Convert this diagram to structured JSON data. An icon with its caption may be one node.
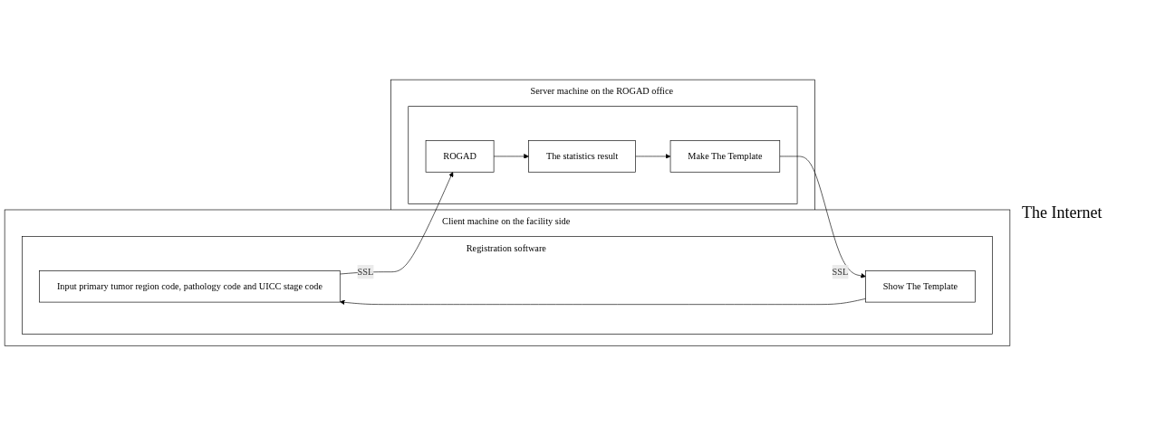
{
  "diagram": {
    "nodes": [
      {
        "text": [
          "Client machine on the facility side"
        ]
      },
      {
        "text": [
          "Registration software"
        ],
        "in": 0
      },
      {
        "text": [
          "Input primary tumor region code, pathology code and UICC stage code"
        ],
        "in": 1
      },
      {
        "text": [
          "Show The Template"
        ],
        "in": 1
      },
      {
        "text": [
          "Server machine on the ROGAD office"
        ]
      },
      {
        "text": [],
        "shape": "box",
        "in": 4
      },
      {
        "text": [
          "ROGAD"
        ],
        "in": 5
      },
      {
        "text": [
          "The statistics result"
        ],
        "in": 5
      },
      {
        "text": [
          "Make The Template"
        ],
        "in": 5
      }
    ],
    "edges": [
      {
        "from": 2,
        "to": 6,
        "arrow": "to",
        "label": "SSL"
      },
      {
        "from": 6,
        "to": 7,
        "arrow": "to"
      },
      {
        "from": 7,
        "to": 8,
        "arrow": "to"
      },
      {
        "from": 8,
        "to": 3,
        "arrow": "to",
        "label": "SSL"
      },
      {
        "from": 3,
        "to": 2,
        "arrow": "to"
      }
    ],
    "labels": [
      "The Internet"
    ]
  }
}
